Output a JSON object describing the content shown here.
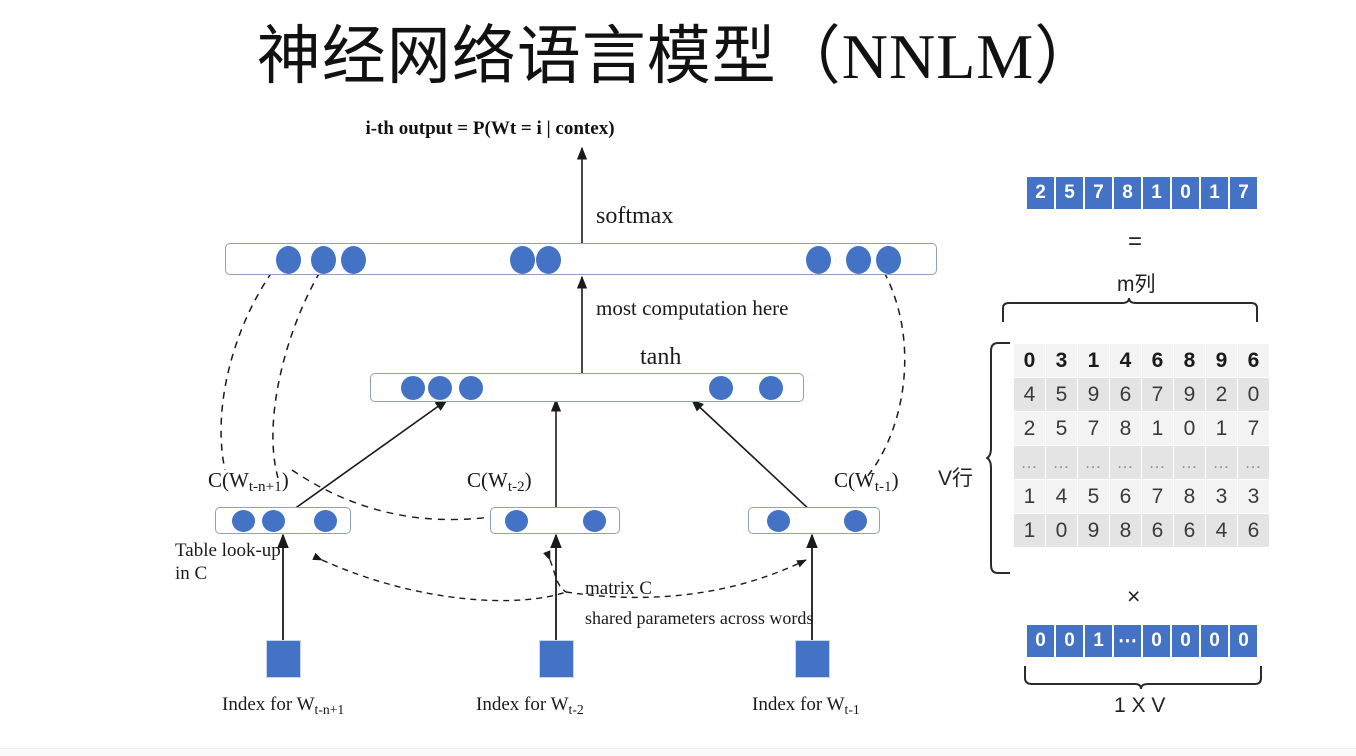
{
  "title": "神经网络语言模型（NNLM）",
  "subtitle": "i-th output = P(Wt = i | contex)",
  "diagram": {
    "softmax_label": "softmax",
    "most_computation_label": "most computation here",
    "tanh_label": "tanh",
    "table_lookup_label": "Table look-up in C",
    "matrix_c_label": "matrix C",
    "shared_params_label": "shared parameters across words",
    "embedding_labels": [
      {
        "prefix": "C(W",
        "sub": "t-n+1",
        "suffix": ")"
      },
      {
        "prefix": "C(W",
        "sub": "t-2",
        "suffix": ")"
      },
      {
        "prefix": "C(W",
        "sub": "t-1",
        "suffix": ")"
      }
    ],
    "index_labels": [
      {
        "prefix": "Index for W",
        "sub": "t-n+1"
      },
      {
        "prefix": "Index for W",
        "sub": "t-2"
      },
      {
        "prefix": "Index for W",
        "sub": "t-1"
      }
    ]
  },
  "right_panel": {
    "result_vector": [
      "2",
      "5",
      "7",
      "8",
      "1",
      "0",
      "1",
      "7"
    ],
    "equals_sign": "=",
    "times_sign": "×",
    "columns_label": "m列",
    "rows_label": "V行",
    "onehot_vector": [
      "0",
      "0",
      "1",
      "⋯",
      "0",
      "0",
      "0",
      "0"
    ],
    "onehot_dim_label": "1 X V",
    "matrix_rows": [
      [
        "0",
        "3",
        "1",
        "4",
        "6",
        "8",
        "9",
        "6"
      ],
      [
        "4",
        "5",
        "9",
        "6",
        "7",
        "9",
        "2",
        "0"
      ],
      [
        "2",
        "5",
        "7",
        "8",
        "1",
        "0",
        "1",
        "7"
      ],
      [
        "…",
        "…",
        "…",
        "…",
        "…",
        "…",
        "…",
        "…"
      ],
      [
        "1",
        "4",
        "5",
        "6",
        "7",
        "8",
        "3",
        "3"
      ],
      [
        "1",
        "0",
        "9",
        "8",
        "6",
        "6",
        "4",
        "6"
      ]
    ]
  },
  "colors": {
    "node_blue": "#4472C4",
    "bar_border": "#8FA0BF",
    "matrix_bg": "#ECECEC",
    "text": "#1A1A1A"
  }
}
